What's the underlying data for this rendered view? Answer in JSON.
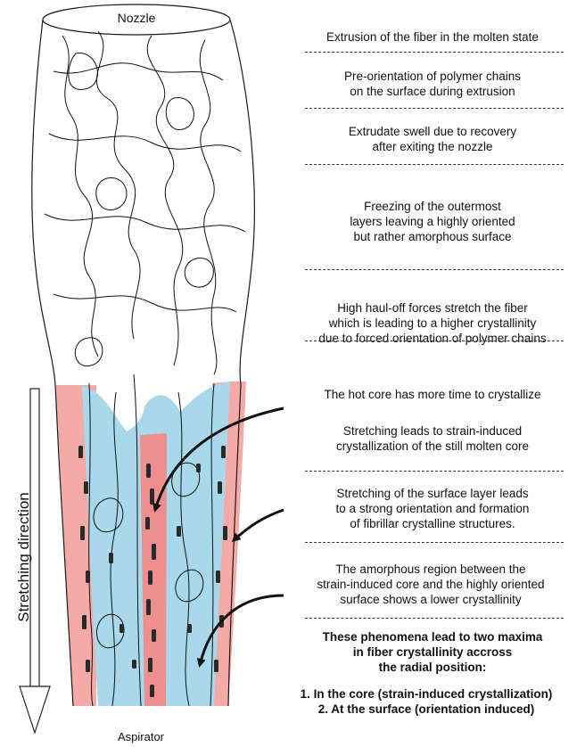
{
  "labels": {
    "nozzle": "Nozzle",
    "aspirator": "Aspirator",
    "stretching_direction": "Stretching direction"
  },
  "annotations": [
    "Extrusion of the fiber in the molten state",
    "Pre-orientation of polymer chains\non the surface during extrusion",
    "Extrudate swell due to recovery\nafter exiting the nozzle",
    "Freezing of the outermost\nlayers leaving a highly oriented\nbut rather amorphous surface",
    "High haul-off forces stretch the fiber\nwhich is leading to a higher crystallinity\ndue to forced orientation of polymer chains",
    "The hot core has more time to crystallize",
    "Stretching leads to strain-induced\ncrystallization of the still molten core",
    "Stretching of the surface layer leads\nto a strong orientation and formation\nof fibrillar crystalline structures.",
    "The amorphous region between the\nstrain-induced core and the highly oriented\nsurface shows a lower crystallinity"
  ],
  "conclusion": {
    "summary": "These phenomena lead to two maxima\nin fiber crystallinity accross\nthe radial position:",
    "points": [
      "1. In the core (strain-induced crystallization)",
      "2. At the surface (orientation induced)"
    ]
  },
  "colors": {
    "surface_layer": "#f4aaa6",
    "amorphous_region": "#a9d8ea",
    "core": "#ee8e8e",
    "crystallite": "#2a2a2a",
    "outline": "#1a1a1a"
  }
}
